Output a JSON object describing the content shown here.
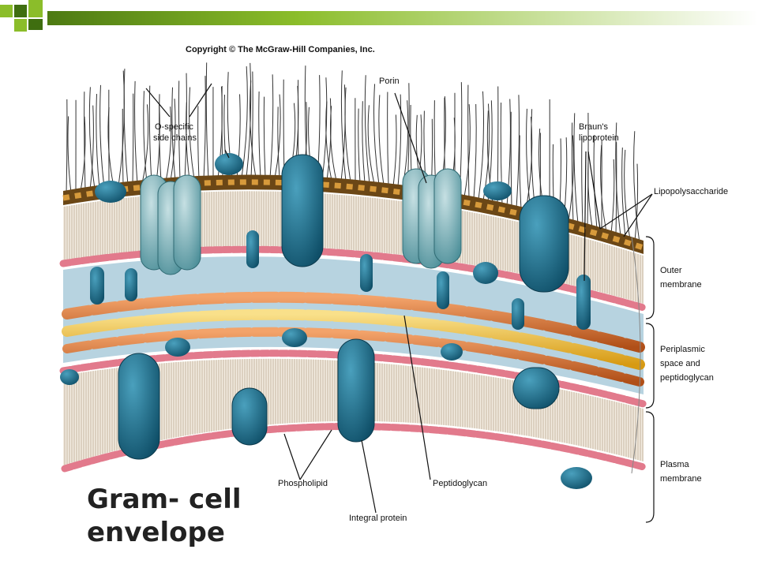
{
  "copyright": "Copyright © The McGraw-Hill Companies, Inc.",
  "labels": {
    "o_specific_1": "O-specific",
    "o_specific_2": "side chains",
    "porin": "Porin",
    "brauns_1": "Braun's",
    "brauns_2": "lipoprotein",
    "lps": "Lipopolysaccharide",
    "outer_1": "Outer",
    "outer_2": "membrane",
    "peri_1": "Periplasmic",
    "peri_2": "space and",
    "peri_3": "peptidoglycan",
    "plasma_1": "Plasma",
    "plasma_2": "membrane",
    "phospholipid": "Phospholipid",
    "peptidoglycan": "Peptidoglycan",
    "integral": "Integral protein"
  },
  "title": {
    "line1": "Gram- cell",
    "line2": "envelope"
  },
  "colors": {
    "accent_green": "#8bbd2a",
    "protein_blue": "#1f6f8b",
    "porin_teal": "#6aa7b0",
    "lps_brown": "#5a3a10",
    "head_pink": "#e27a8c",
    "periplasm": "#b7d3e0"
  }
}
